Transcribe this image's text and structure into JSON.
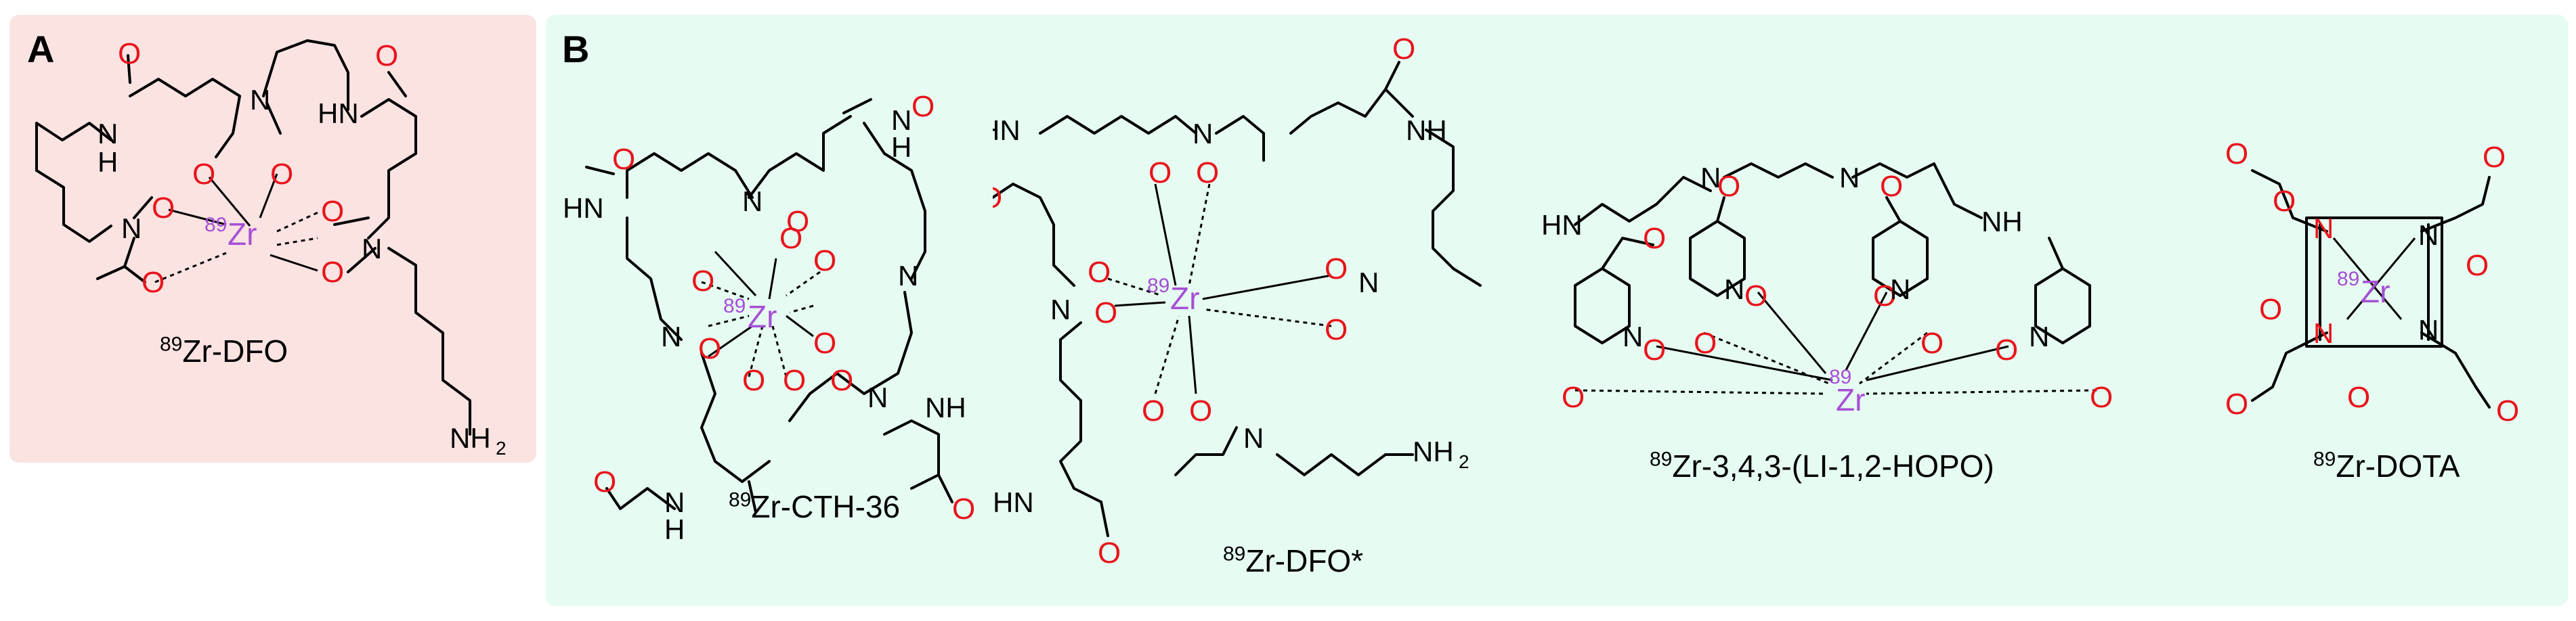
{
  "panels": {
    "a": {
      "letter": "A"
    },
    "b": {
      "letter": "B"
    }
  },
  "atoms": {
    "oxygen": "O",
    "nitrogen": "N",
    "nh": "NH",
    "hn": "HN",
    "h": "H",
    "nh2": "NH",
    "nh2_sub": "2",
    "zirconium": "Zr",
    "isotope": "89"
  },
  "structures": [
    {
      "isotope": "89",
      "name": "Zr-DFO"
    },
    {
      "isotope": "89",
      "name": "Zr-CTH-36"
    },
    {
      "isotope": "89",
      "name": "Zr-DFO*"
    },
    {
      "isotope": "89",
      "name": "Zr-3,4,3-(LI-1,2-HOPO)"
    },
    {
      "isotope": "89",
      "name": "Zr-DOTA"
    }
  ],
  "colors": {
    "panel_a_bg": "#fae3e1",
    "panel_b_bg": "#e6fbf1",
    "oxygen": "#e8141c",
    "zirconium": "#a64fd6",
    "bond": "#000000"
  }
}
